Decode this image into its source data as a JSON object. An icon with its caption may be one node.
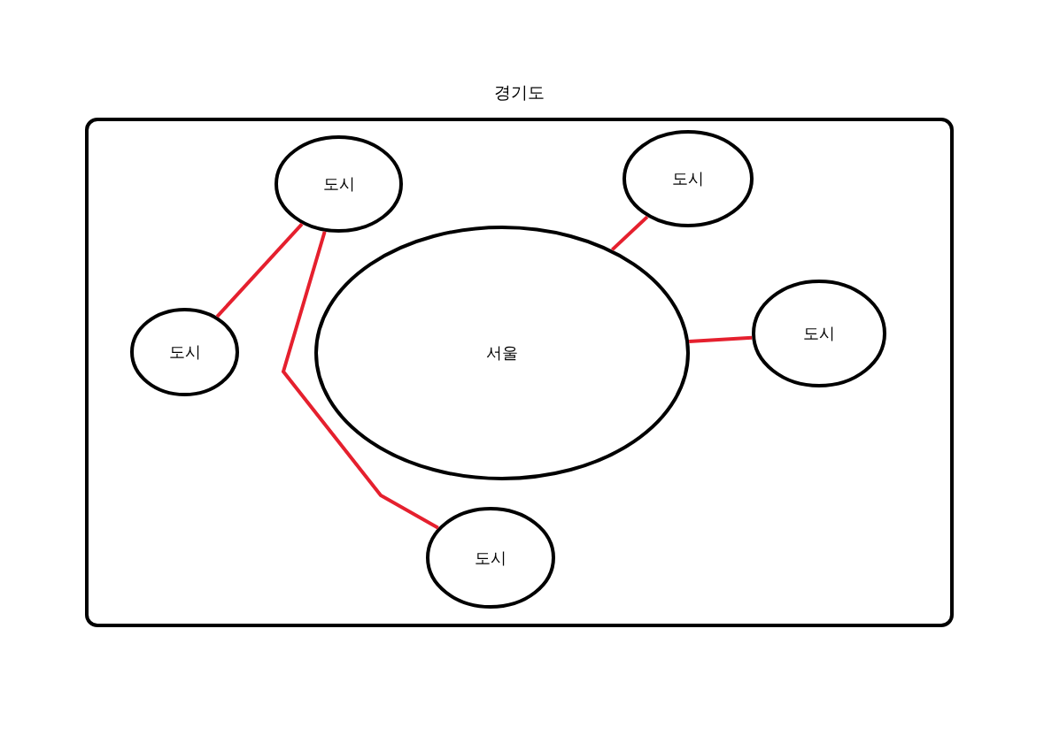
{
  "diagram": {
    "nodes": [
      {
        "text": [
          "경기도"
        ]
      },
      {
        "text": [
          "도시"
        ],
        "in": 0
      },
      {
        "text": [
          "도시"
        ],
        "in": 0
      },
      {
        "text": [
          "도시"
        ],
        "in": 0
      },
      {
        "text": [
          "서울"
        ],
        "in": 0
      },
      {
        "text": [
          "도시"
        ],
        "in": 0
      },
      {
        "text": [
          "도시"
        ],
        "in": 0
      }
    ],
    "edges": [
      {
        "from": 3,
        "to": 1,
        "arrow": "none"
      },
      {
        "from": 1,
        "to": 6,
        "arrow": "none"
      },
      {
        "from": 4,
        "to": 2,
        "arrow": "none"
      },
      {
        "from": 4,
        "to": 5,
        "arrow": "none"
      }
    ]
  }
}
